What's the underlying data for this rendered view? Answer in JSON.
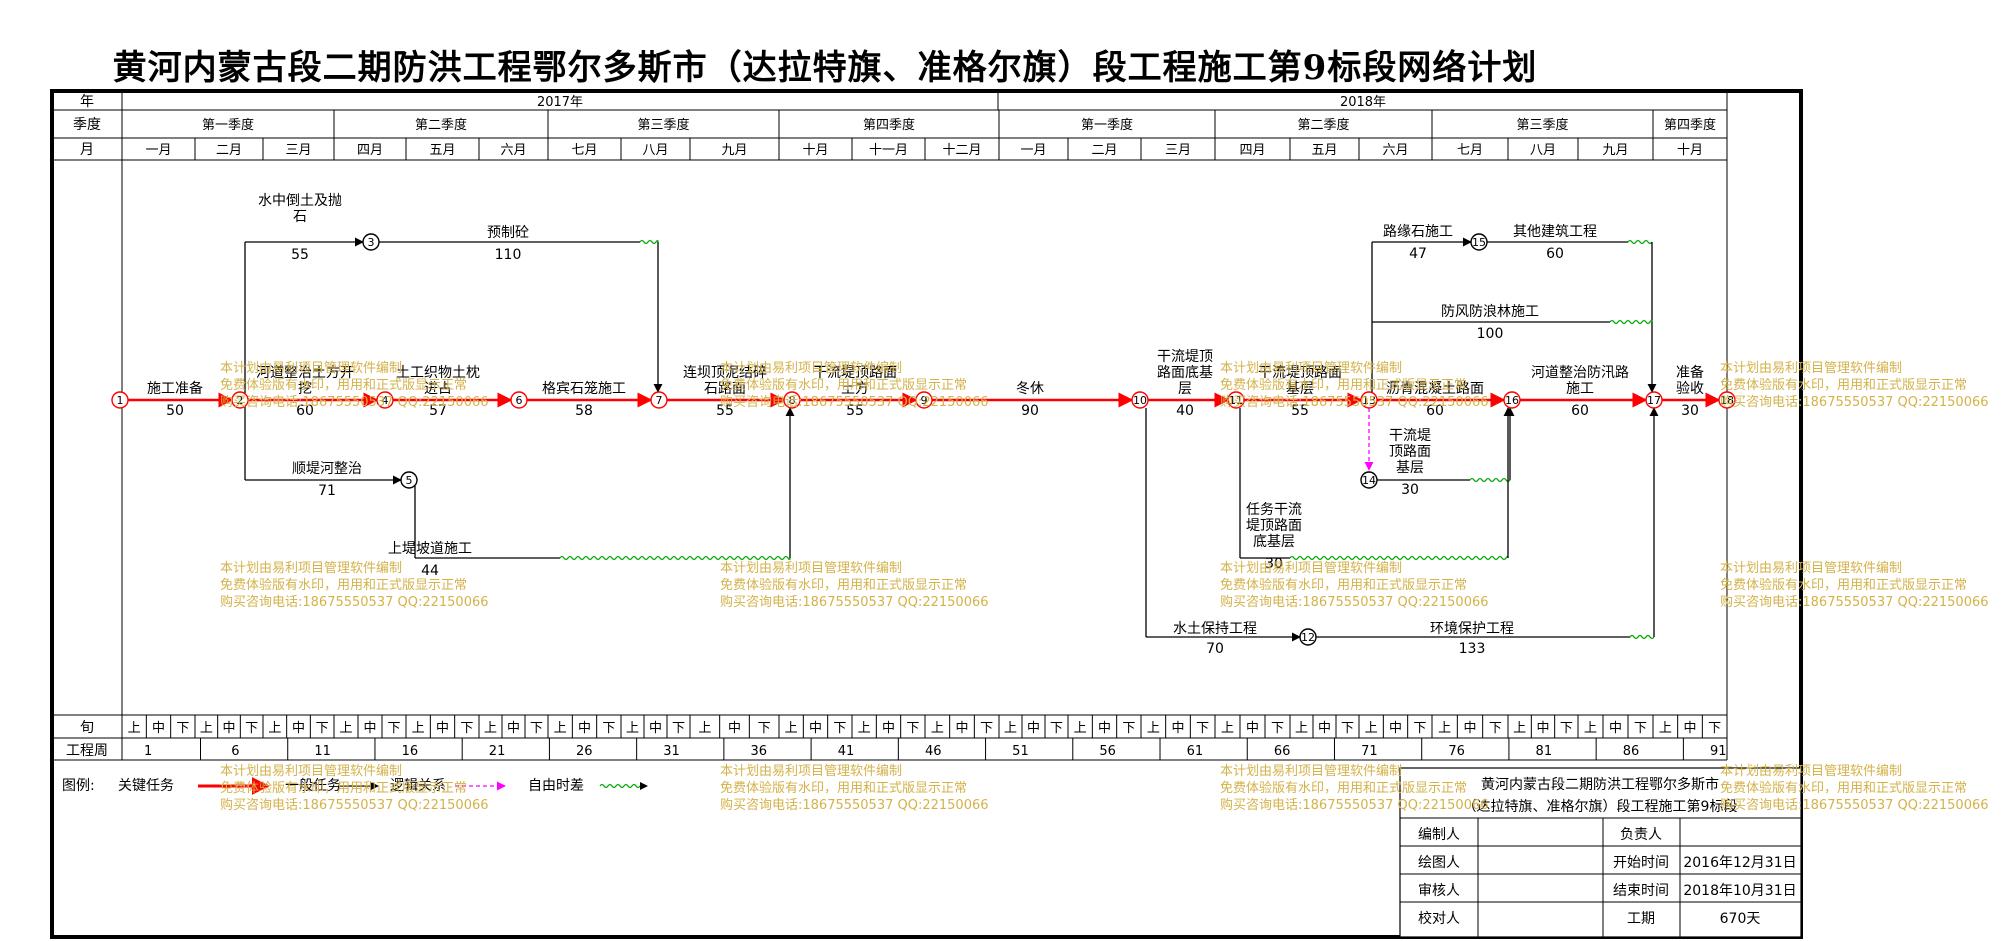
{
  "title": "黄河内蒙古段二期防洪工程鄂尔多斯市（达拉特旗、准格尔旗）段工程施工第9标段网络计划",
  "header": {
    "row_labels": {
      "year": "年",
      "quarter": "季度",
      "month": "月",
      "xun": "旬",
      "week": "工程周"
    },
    "years": [
      "2017年",
      "2018年"
    ],
    "quarters": [
      "第一季度",
      "第二季度",
      "第三季度",
      "第四季度",
      "第一季度",
      "第二季度",
      "第三季度",
      "第四季度"
    ],
    "months": [
      "一月",
      "二月",
      "三月",
      "四月",
      "五月",
      "六月",
      "七月",
      "八月",
      "九月",
      "十月",
      "十一月",
      "十二月",
      "一月",
      "二月",
      "三月",
      "四月",
      "五月",
      "六月",
      "七月",
      "八月",
      "九月",
      "十月"
    ],
    "xun": [
      "上",
      "中",
      "下"
    ],
    "weeks": [
      "1",
      "6",
      "11",
      "16",
      "21",
      "26",
      "31",
      "36",
      "41",
      "46",
      "51",
      "56",
      "61",
      "66",
      "71",
      "76",
      "81",
      "86",
      "91"
    ]
  },
  "network": {
    "nodes": [
      "1",
      "2",
      "3",
      "4",
      "5",
      "6",
      "7",
      "8",
      "9",
      "10",
      "11",
      "12",
      "13",
      "14",
      "15",
      "16",
      "17",
      "18"
    ],
    "tasks": [
      {
        "name": "施工准备",
        "dur": "50"
      },
      {
        "name": "水中倒土及抛石",
        "name_l1": "水中倒土及抛",
        "name_l2": "石",
        "dur": "55"
      },
      {
        "name": "预制砼",
        "dur": "110"
      },
      {
        "name": "河道整治土方开挖",
        "name_l1": "河道整治土方开",
        "name_l2": "挖",
        "dur": "60"
      },
      {
        "name": "土工织物土枕进占",
        "name_l1": "土工织物土枕",
        "name_l2": "进占",
        "dur": "57"
      },
      {
        "name": "格宾石笼施工",
        "dur": "58"
      },
      {
        "name": "连坝顶泥结碎石路面",
        "name_l1": "连坝顶泥结碎",
        "name_l2": "石路面",
        "dur": "55"
      },
      {
        "name": "干流堤顶路面土方",
        "name_l1": "干流堤顶路面",
        "name_l2": "土方",
        "dur": "55"
      },
      {
        "name": "顺堤河整治",
        "dur": "71"
      },
      {
        "name": "上堤坡道施工",
        "dur": "44"
      },
      {
        "name": "冬休",
        "dur": "90"
      },
      {
        "name": "干流堤顶路面底基层",
        "name_l1": "干流堤顶",
        "name_l2": "路面底基",
        "name_l3": "层",
        "dur": "40"
      },
      {
        "name": "干流堤顶路面基层",
        "name_l1": "干流堤顶路面",
        "name_l2": "基层",
        "dur": "55"
      },
      {
        "name": "沥青混凝土路面",
        "dur": "60"
      },
      {
        "name": "河道整治防汛路施工",
        "name_l1": "河道整治防汛路",
        "name_l2": "施工",
        "dur": "60"
      },
      {
        "name": "准备验收",
        "name_l1": "准备",
        "name_l2": "验收",
        "dur": "30"
      },
      {
        "name": "路缘石施工",
        "dur": "47"
      },
      {
        "name": "其他建筑工程",
        "dur": "60"
      },
      {
        "name": "防风防浪林施工",
        "dur": "100"
      },
      {
        "name": "干流堤顶路面基层",
        "name_l1": "干流堤",
        "name_l2": "顶路面",
        "name_l3": "基层",
        "dur": "30"
      },
      {
        "name": "任务干流堤顶路面底基层",
        "name_l1": "任务干流",
        "name_l2": "堤顶路面",
        "name_l3": "底基层",
        "dur": "30"
      },
      {
        "name": "水土保持工程",
        "dur": "70"
      },
      {
        "name": "环境保护工程",
        "dur": "133"
      }
    ]
  },
  "legend": {
    "label": "图例:",
    "items": [
      "关键任务",
      "一般任务",
      "逻辑关系",
      "自由时差"
    ]
  },
  "watermark": [
    "本计划由易利项目管理软件编制",
    "免费体验版有水印，用用和正式版显示正常",
    "购买咨询电话:18675550537 QQ:22150066"
  ],
  "info_box": {
    "title_line1": "黄河内蒙古段二期防洪工程鄂尔多斯市",
    "title_line2": "（达拉特旗、准格尔旗）段工程施工第9标段",
    "compiler": "编制人",
    "drafter": "绘图人",
    "reviewer": "审核人",
    "checker": "校对人",
    "owner": "负责人",
    "start_label": "开始时间",
    "start_value": "2016年12月31日",
    "end_label": "结束时间",
    "end_value": "2018年10月31日",
    "duration_label": "工期",
    "duration_value": "670天"
  },
  "colors": {
    "critical": "#ff0000",
    "normal": "#000000",
    "logic": "#ff00ff",
    "float": "#00aa00",
    "watermark": "#d4b24a"
  }
}
